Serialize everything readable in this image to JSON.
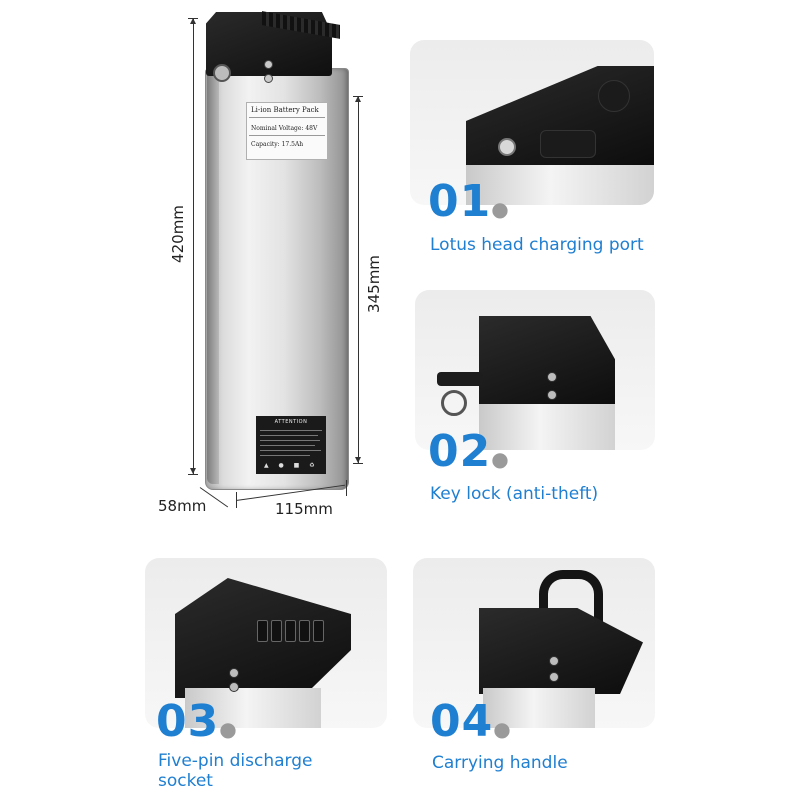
{
  "battery": {
    "label": {
      "title": "Li-ion Battery Pack",
      "voltage": "Nominal Voltage: 48V",
      "capacity": "Capacity: 17.5Ah"
    },
    "attention": "ATTENTION"
  },
  "dimensions": {
    "height_total": "420mm",
    "height_inner": "345mm",
    "depth": "58mm",
    "width": "115mm"
  },
  "features": [
    {
      "number": "01",
      "caption": "Lotus head charging port"
    },
    {
      "number": "02",
      "caption": "Key lock (anti-theft)"
    },
    {
      "number": "03",
      "caption": "Five-pin discharge socket"
    },
    {
      "number": "04",
      "caption": "Carrying handle"
    }
  ],
  "icons": [
    "battery-illustration-icon",
    "charging-port-icon",
    "key-icon",
    "discharge-socket-icon",
    "handle-icon"
  ]
}
